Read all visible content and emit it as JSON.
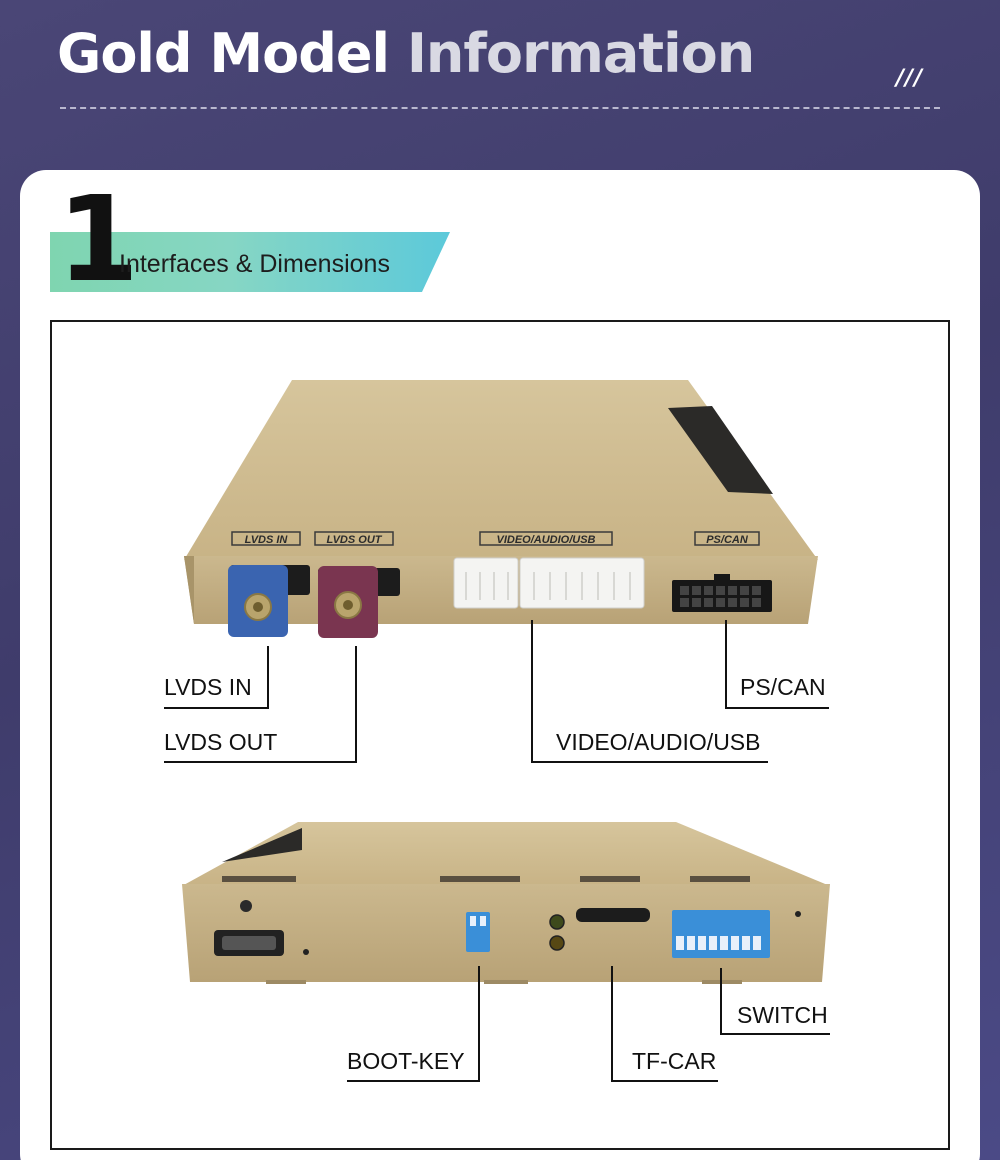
{
  "header": {
    "title_main": "Gold Model",
    "title_dim": "Information",
    "decoration": "///"
  },
  "section": {
    "number": "1",
    "label": "Interfaces & Dimensions"
  },
  "device_top": {
    "port_labels": {
      "lvds_in": "LVDS IN",
      "lvds_out": "LVDS OUT",
      "video_audio_usb": "VIDEO/AUDIO/USB",
      "ps_can": "PS/CAN"
    }
  },
  "callouts": {
    "lvds_in": "LVDS IN",
    "lvds_out": "LVDS OUT",
    "ps_can": "PS/CAN",
    "video_audio_usb": "VIDEO/AUDIO/USB",
    "boot_key": "BOOT-KEY",
    "tf_car": "TF-CAR",
    "switch": "SWITCH"
  },
  "colors": {
    "background": "#453f72",
    "card": "#ffffff",
    "device_gold": "#c9b58a",
    "lvds_in_blue": "#3a64b0",
    "lvds_out_maroon": "#7a3550",
    "switch_blue": "#3a8fd8"
  }
}
